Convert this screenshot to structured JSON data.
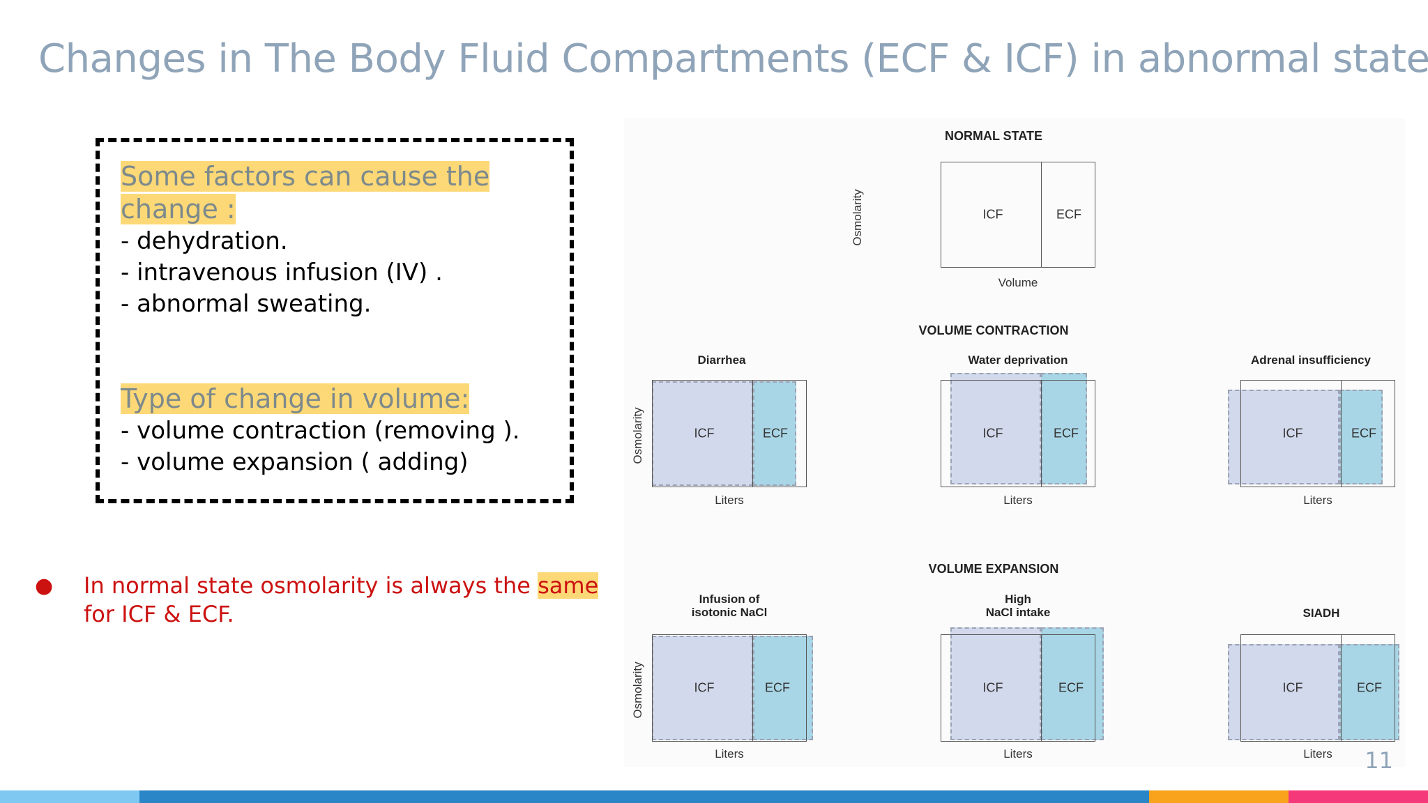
{
  "slide": {
    "title": "Changes in The Body Fluid Compartments (ECF & ICF) in abnormal state",
    "page_number": "11"
  },
  "factor_box": {
    "factors_heading_line1": "Some factors can cause the",
    "factors_heading_line2": "change :",
    "factors": [
      "- dehydration.",
      "- intravenous infusion (IV) .",
      "- abnormal sweating."
    ],
    "types_heading": "Type of change in volume:",
    "types": [
      "- volume contraction (removing ).",
      "- volume expansion ( adding)"
    ]
  },
  "note": {
    "bullet": "●",
    "text_before": "In normal state osmolarity is always the ",
    "highlight": "same",
    "text_after": " for ICF & ECF."
  },
  "figure": {
    "normal_state": {
      "heading": "NORMAL STATE",
      "xlabel": "Volume",
      "ylabel": "Osmolarity"
    },
    "contraction": {
      "heading": "VOLUME CONTRACTION",
      "xlabel": "Liters",
      "ylabel": "Osmolarity"
    },
    "expansion": {
      "heading": "VOLUME EXPANSION",
      "xlabel": "Liters",
      "ylabel": "Osmolarity"
    },
    "labels": {
      "icf": "ICF",
      "ecf": "ECF"
    },
    "panels": {
      "diarrhea": "Diarrhea",
      "water_deprivation": "Water deprivation",
      "adrenal_insufficiency": "Adrenal insufficiency",
      "isotonic_nacl_line1": "Infusion of",
      "isotonic_nacl_line2": "isotonic NaCl",
      "high_nacl_line1": "High",
      "high_nacl_line2": "NaCl intake",
      "siadh": "SIADH"
    }
  },
  "colors": {
    "title": "#8fa4b8",
    "highlight": "#fcd877",
    "note_text": "#cc1111",
    "icf_fill": "#d3d9ec",
    "ecf_fill": "#a9d6e6",
    "bar": [
      "#7ec8f2",
      "#2a86c6",
      "#f9a21b",
      "#f4387a"
    ]
  }
}
